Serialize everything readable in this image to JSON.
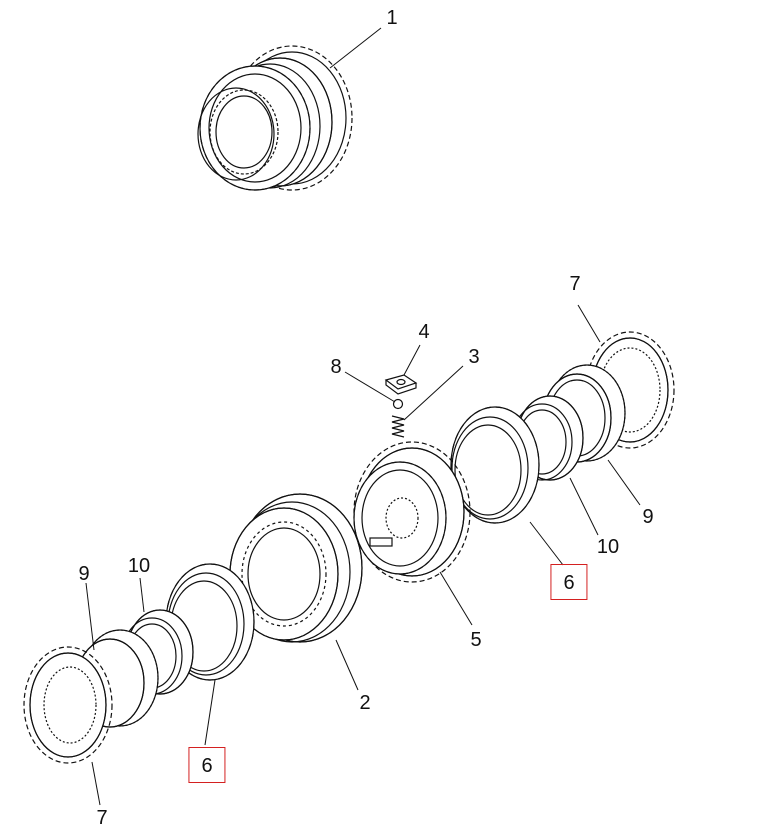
{
  "callouts": [
    {
      "id": "c1",
      "text": "1"
    },
    {
      "id": "c7a",
      "text": "7"
    },
    {
      "id": "c4",
      "text": "4"
    },
    {
      "id": "c8",
      "text": "8"
    },
    {
      "id": "c3",
      "text": "3"
    },
    {
      "id": "c9a",
      "text": "9"
    },
    {
      "id": "c10a",
      "text": "10"
    },
    {
      "id": "c6a",
      "text": "6",
      "highlight": true
    },
    {
      "id": "c9b",
      "text": "9"
    },
    {
      "id": "c10b",
      "text": "10"
    },
    {
      "id": "c5",
      "text": "5"
    },
    {
      "id": "c2",
      "text": "2"
    },
    {
      "id": "c6b",
      "text": "6",
      "highlight": true
    },
    {
      "id": "c7b",
      "text": "7"
    }
  ],
  "highlight_color": "#d42020"
}
